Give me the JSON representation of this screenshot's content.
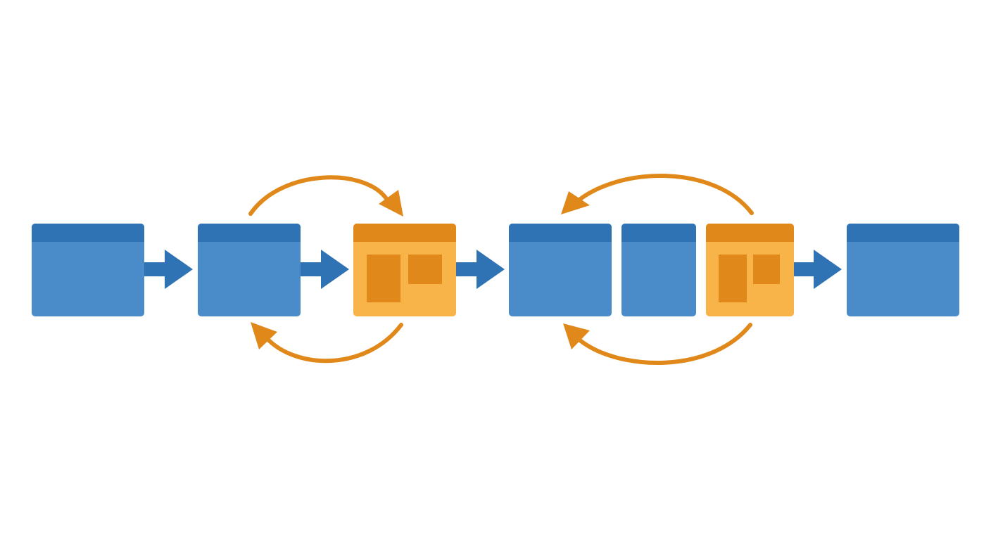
{
  "colors": {
    "background": "#ffffff",
    "step_body": "#4a8bc9",
    "step_header": "#2f73b5",
    "flow_arrow": "#2f73b5",
    "loop_body": "#f9b449",
    "loop_header": "#e0891a",
    "loop_inner": "#e0891a",
    "loop_arrow": "#e0891a"
  },
  "nodes": [
    {
      "id": "step-1",
      "kind": "step",
      "icon": "window-icon"
    },
    {
      "id": "step-2",
      "kind": "step",
      "icon": "window-icon"
    },
    {
      "id": "loop-1",
      "kind": "loop",
      "icon": "layout-panel-icon"
    },
    {
      "id": "step-3",
      "kind": "step",
      "icon": "window-icon"
    },
    {
      "id": "step-4",
      "kind": "step",
      "icon": "window-icon"
    },
    {
      "id": "loop-2",
      "kind": "loop",
      "icon": "layout-panel-icon"
    },
    {
      "id": "step-5",
      "kind": "step",
      "icon": "window-icon"
    }
  ],
  "flow_edges": [
    {
      "from": "step-1",
      "to": "step-2"
    },
    {
      "from": "step-2",
      "to": "loop-1"
    },
    {
      "from": "loop-1",
      "to": "step-3"
    },
    {
      "from": "loop-2",
      "to": "step-5"
    }
  ],
  "loop_edges": [
    {
      "from": "step-2",
      "to": "loop-1",
      "side": "top"
    },
    {
      "from": "loop-1",
      "to": "step-2",
      "side": "bottom"
    },
    {
      "from": "loop-2",
      "to": "step-3",
      "side": "top"
    },
    {
      "from": "loop-2",
      "to": "step-3",
      "side": "bottom"
    }
  ]
}
